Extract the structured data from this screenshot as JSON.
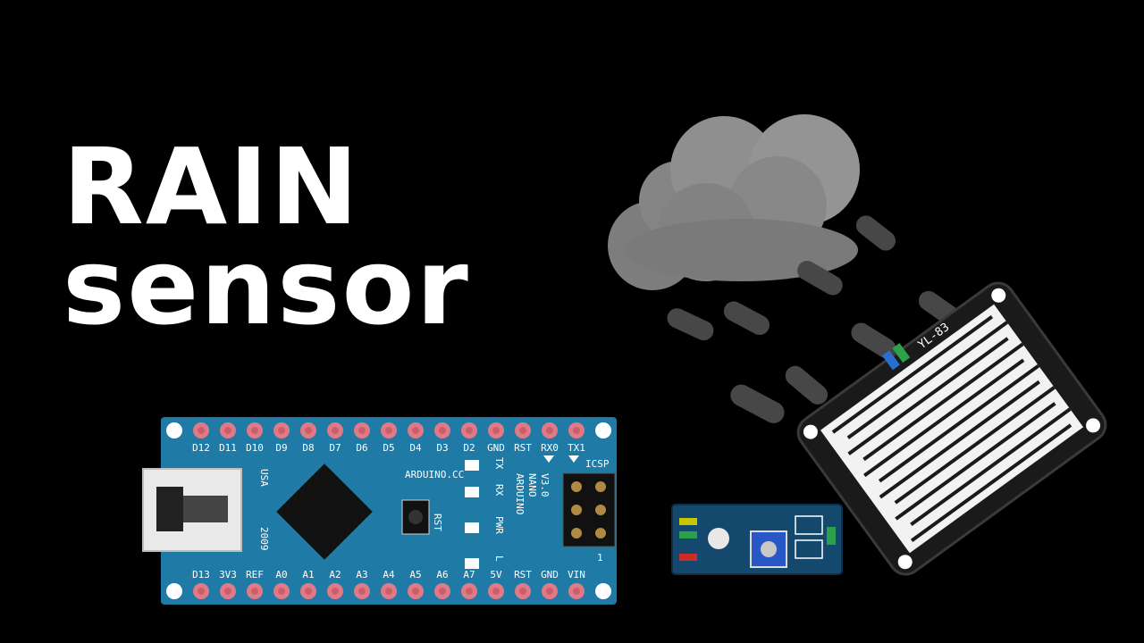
{
  "title": {
    "line1": "RAIN",
    "line2": "sensor"
  },
  "nano": {
    "top_pins": [
      "D12",
      "D11",
      "D10",
      "D9",
      "D8",
      "D7",
      "D6",
      "D5",
      "D4",
      "D3",
      "D2",
      "GND",
      "RST",
      "RX0",
      "TX1"
    ],
    "bottom_pins": [
      "D13",
      "3V3",
      "REF",
      "A0",
      "A1",
      "A2",
      "A3",
      "A4",
      "A5",
      "A6",
      "A7",
      "5V",
      "RST",
      "GND",
      "VIN"
    ],
    "brand": "ARDUINO.CC",
    "model_lines": [
      "ARDUINO",
      "NANO",
      "V3.0"
    ],
    "usa": "USA",
    "year": "2009",
    "rst": "RST",
    "icsp": "ICSP",
    "leds": [
      "TX",
      "RX",
      "PWR",
      "L"
    ],
    "corner_mark": "1"
  },
  "sensor_plate": {
    "label": "YL-83"
  },
  "colors": {
    "background": "#000000",
    "board_blue": "#1f7aa6",
    "pad_pink": "#e07a86",
    "cloud": "#8a8a8a",
    "rain": "#4a4a4a"
  }
}
